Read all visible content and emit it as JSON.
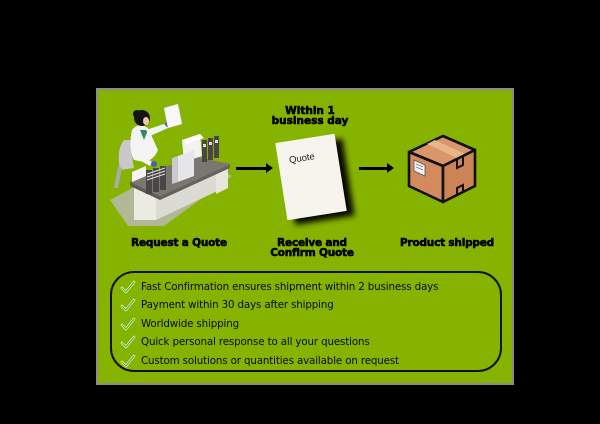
{
  "diagram": {
    "background_color": "#000000",
    "panel_color": "#86b300",
    "timing_note": {
      "line1": "Within 1",
      "line2": "business day"
    },
    "steps": [
      {
        "id": "request",
        "icon": "office-worker-desk-icon",
        "label": "Request a Quote"
      },
      {
        "id": "confirm",
        "icon": "quote-document-icon",
        "label_line1": "Receive and",
        "label_line2": "Confirm Quote",
        "document_text": "Quote"
      },
      {
        "id": "ship",
        "icon": "cardboard-box-icon",
        "label": "Product shipped"
      }
    ],
    "arrows": [
      "right-arrow",
      "right-arrow"
    ],
    "benefits": [
      "Fast Confirmation ensures shipment within 2 business days",
      "Payment within 30 days after shipping",
      "Worldwide shipping",
      "Quick personal response to all your questions",
      "Custom solutions or quantities available on request"
    ]
  }
}
